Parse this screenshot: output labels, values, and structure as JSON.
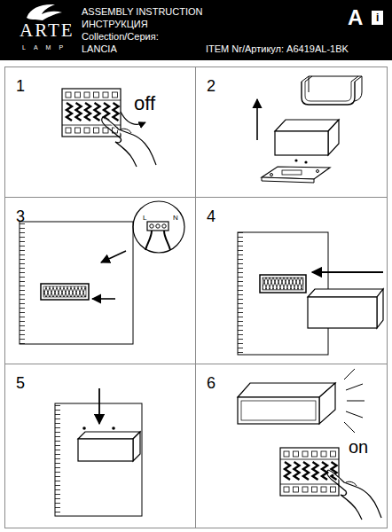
{
  "diagram": {
    "nodes": [
      {
        "text": [
          "ARTE",
          "LAMP",
          "ASSEMBLY INSTRUCTION",
          "ИНСТРУКЦИЯ",
          "Collection/Серия:",
          "LANCIA",
          "ITEM Nr/Артикул: A6419AL-1BK",
          "A",
          "i"
        ]
      },
      {
        "text": [
          "1",
          "off"
        ]
      },
      {
        "text": [
          "2"
        ]
      },
      {
        "text": [
          "3"
        ]
      },
      {
        "text": [
          "L",
          "N"
        ],
        "in": 3
      },
      {
        "text": [
          "4"
        ]
      },
      {
        "text": [
          "5"
        ]
      },
      {
        "text": [
          "6",
          "on"
        ]
      }
    ]
  }
}
